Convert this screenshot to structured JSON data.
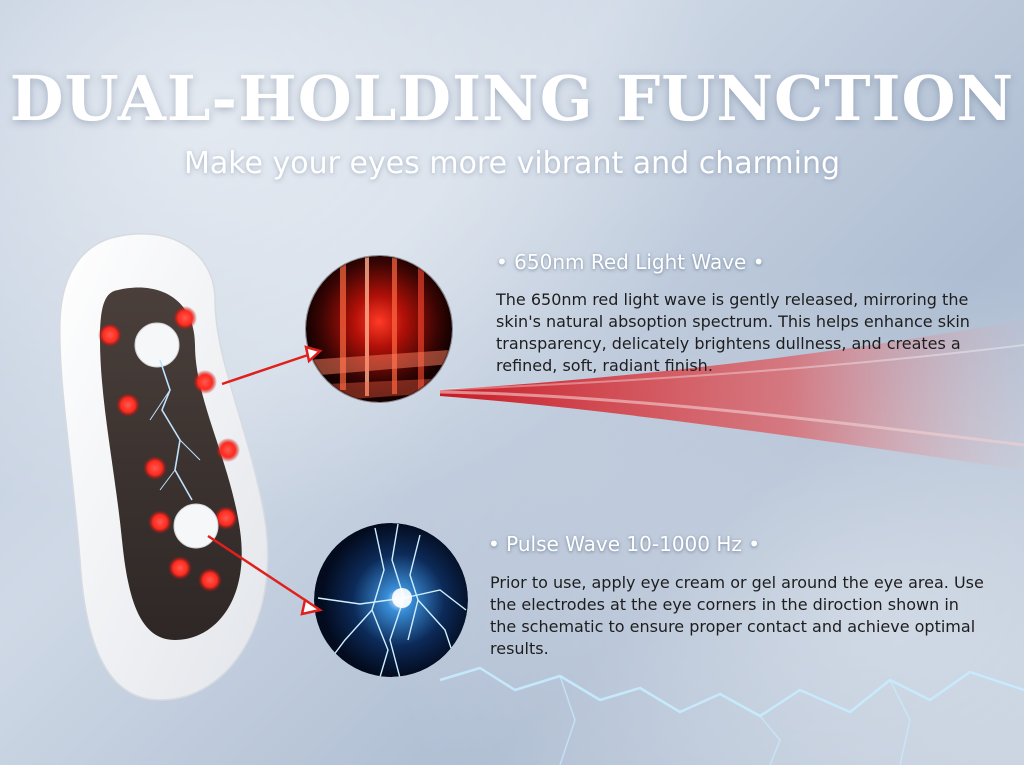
{
  "header": {
    "title": "DUAL-HOLDING FUNCTION",
    "subtitle": "Make your eyes more vibrant and charming"
  },
  "features": [
    {
      "heading": "• 650nm Red Light Wave •",
      "description": "The 650nm red light wave is gently released, mirroring the skin's natural absoption spectrum. This helps enhance skin transparency, delicately brightens dullness, and creates a refined, soft, radiant finish."
    },
    {
      "heading": "• Pulse Wave 10-1000 Hz •",
      "description": "Prior to use, apply eye cream or gel around the eye area. Use the electrodes at the eye corners in the diroction shown in the schematic to ensure proper contact and achieve optimal results."
    }
  ],
  "colors": {
    "accent_red": "#e0201c",
    "lightning": "#9fd8ff"
  }
}
